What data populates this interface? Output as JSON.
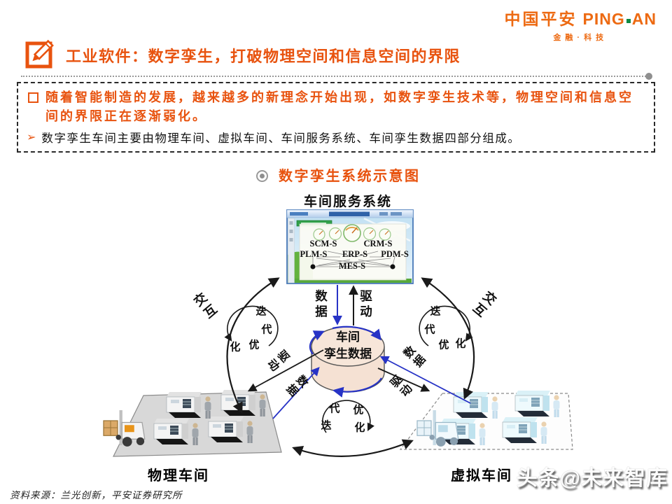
{
  "brand": {
    "logo_cn": "中国平安",
    "logo_en_1": "PING",
    "logo_en_2": "AN",
    "logo_sub": "金融·科技"
  },
  "header": {
    "title": "工业软件：数字孪生，打破物理空间和信息空间的界限"
  },
  "summary": {
    "bullet1": "随着智能制造的发展，越来越多的新理念开始出现，如数字孪生技术等，物理空间和信息空间的界限正在逐渐弱化。",
    "bullet2": "数字孪生车间主要由物理车间、虚拟车间、车间服务系统、车间孪生数据四部分组成。"
  },
  "figure": {
    "caption": "数字孪生系统示意图",
    "service_system_label": "车间服务系统",
    "modules": [
      "SCM-S",
      "CRM-S",
      "PLM-S",
      "ERP-S",
      "PDM-S",
      "MES-S"
    ],
    "twin_data": {
      "line1": "车间",
      "line2": "孪生数据"
    },
    "arrow_labels": {
      "data": "数据",
      "drive": "驱动",
      "interact": "交互"
    },
    "iterate_chars": [
      "迭",
      "代",
      "优",
      "化"
    ],
    "physical_label": "物理车间",
    "virtual_label": "虚拟车间"
  },
  "footer": {
    "source": "资料来源：兰光创新，平安证券研究所",
    "watermark": "头条@未来智库"
  },
  "colors": {
    "accent_orange": "#E8530F",
    "arrow_blue": "#2733C6",
    "cylinder_fill": "#F5E1D3",
    "logo_green": "#0E8A43"
  }
}
